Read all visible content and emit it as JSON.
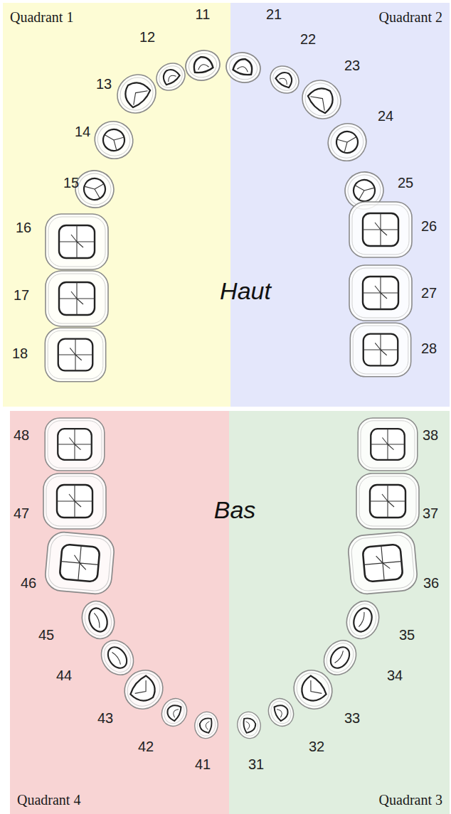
{
  "diagram": {
    "nodes": [
      {
        "text": [
          "Quadrant 1"
        ]
      },
      {
        "text": [
          "Quadrant 2"
        ]
      },
      {
        "text": [
          "Quadrant 4"
        ]
      },
      {
        "text": [
          "Quadrant 3"
        ]
      }
    ],
    "labels": [
      "11",
      "12",
      "13",
      "14",
      "15",
      "16",
      "17",
      "18",
      "21",
      "22",
      "23",
      "24",
      "25",
      "26",
      "27",
      "28",
      "Haut",
      "48",
      "47",
      "46",
      "45",
      "44",
      "43",
      "42",
      "41",
      "31",
      "32",
      "33",
      "34",
      "35",
      "36",
      "37",
      "38",
      "Bas"
    ]
  }
}
